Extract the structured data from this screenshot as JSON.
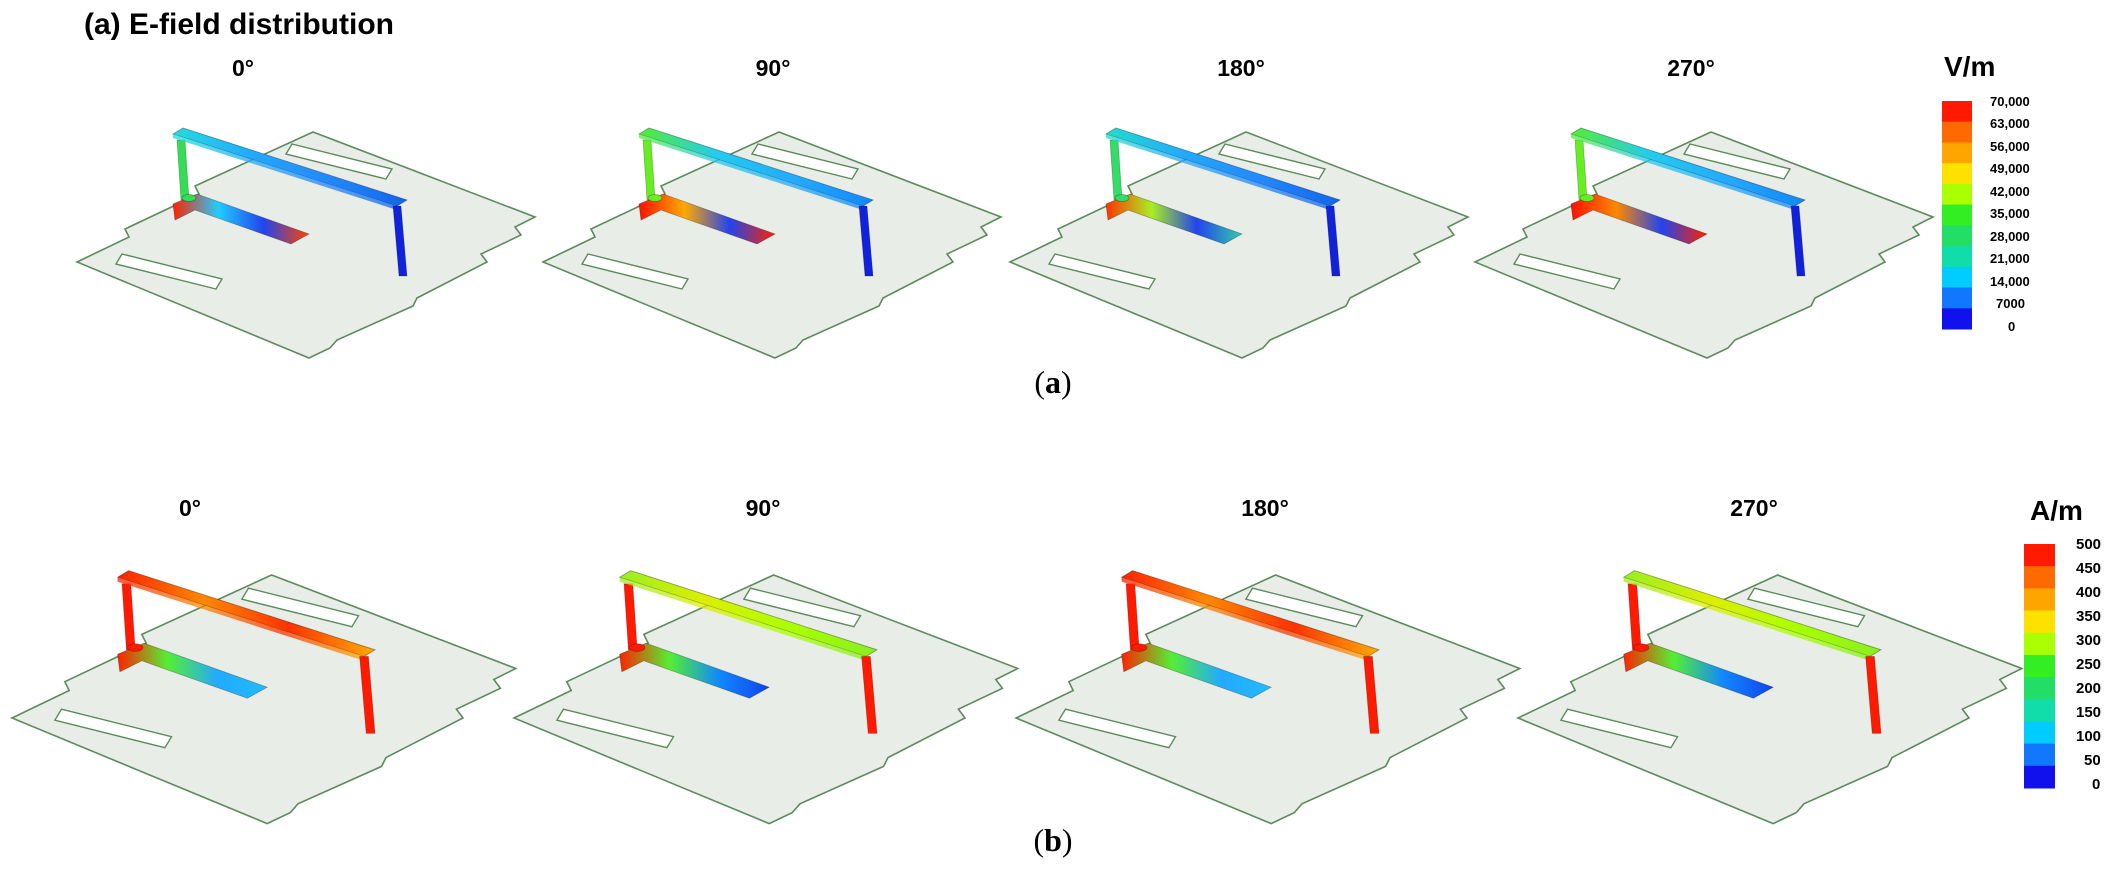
{
  "panel_a": {
    "title": "(a) E-field distribution",
    "caption": {
      "open": "(",
      "letter": "a",
      "close": ")"
    },
    "angles": [
      "0°",
      "90°",
      "180°",
      "270°"
    ],
    "legend": {
      "unit": "V/m",
      "ticks": [
        "70,000",
        "63,000",
        "56,000",
        "49,000",
        "42,000",
        "35,000",
        "28,000",
        "21,000",
        "14,000",
        "7000",
        "0"
      ]
    }
  },
  "panel_b": {
    "caption": {
      "open": "(",
      "letter": "b",
      "close": ")"
    },
    "angles": [
      "0°",
      "90°",
      "180°",
      "270°"
    ],
    "legend": {
      "unit": "A/m",
      "ticks": [
        "500",
        "450",
        "400",
        "350",
        "300",
        "250",
        "200",
        "150",
        "100",
        "50",
        "0"
      ]
    }
  },
  "colors": {
    "scale_top_to_bottom": [
      "#ff1a00",
      "#ff6a00",
      "#ffa500",
      "#ffe100",
      "#aaff00",
      "#33ee22",
      "#22dd66",
      "#11ddaa",
      "#00ccff",
      "#1177ff",
      "#1111ee"
    ],
    "board_fill": "#e8ede8",
    "board_stroke": "#5d8a5d"
  },
  "heatmaps": {
    "panel_a": [
      {
        "top_bar": [
          "#22dddd",
          "#22aaff",
          "#2288ff",
          "#1166ee"
        ],
        "post_left": "#33dd55",
        "post_right": "#1122dd",
        "feed": [
          "#ff2200",
          "#22ccff",
          "#2244ee",
          "#ff4400"
        ]
      },
      {
        "top_bar": [
          "#55ee33",
          "#22ccee",
          "#22aaff",
          "#1188ff"
        ],
        "post_left": "#66ee22",
        "post_right": "#1122dd",
        "feed": [
          "#ff1100",
          "#ffaa00",
          "#2244ee",
          "#ff2200"
        ]
      },
      {
        "top_bar": [
          "#22ddcc",
          "#22aaff",
          "#2288ff",
          "#1166ee"
        ],
        "post_left": "#33dd66",
        "post_right": "#1122dd",
        "feed": [
          "#ff3300",
          "#aaee22",
          "#2244ee",
          "#33ccaa"
        ]
      },
      {
        "top_bar": [
          "#55ee33",
          "#22ccee",
          "#22aaff",
          "#1188ff"
        ],
        "post_left": "#66ee22",
        "post_right": "#1122dd",
        "feed": [
          "#ff1100",
          "#ff8800",
          "#2244ee",
          "#ff2200"
        ]
      }
    ],
    "panel_b": [
      {
        "top_bar": [
          "#ff2200",
          "#ff8800",
          "#ff3300",
          "#ffaa00"
        ],
        "post_left": "#ff1a00",
        "post_right": "#ff1a00",
        "feed": [
          "#ff2200",
          "#55ee33",
          "#22aaff",
          "#22bbff"
        ]
      },
      {
        "top_bar": [
          "#99ee22",
          "#ddee00",
          "#aaff00",
          "#88ee22"
        ],
        "post_left": "#ff1a00",
        "post_right": "#ff1a00",
        "feed": [
          "#ff2200",
          "#55ee33",
          "#1188ff",
          "#1144ee"
        ]
      },
      {
        "top_bar": [
          "#ff2200",
          "#ff8800",
          "#ff3300",
          "#ffaa00"
        ],
        "post_left": "#ff1a00",
        "post_right": "#ff1a00",
        "feed": [
          "#ff2200",
          "#55ee33",
          "#22aaff",
          "#22bbff"
        ]
      },
      {
        "top_bar": [
          "#99ee22",
          "#ddee00",
          "#aaff00",
          "#88ee22"
        ],
        "post_left": "#ff1a00",
        "post_right": "#ff1a00",
        "feed": [
          "#ff2200",
          "#55ee33",
          "#1188ff",
          "#1144ee"
        ]
      }
    ]
  }
}
